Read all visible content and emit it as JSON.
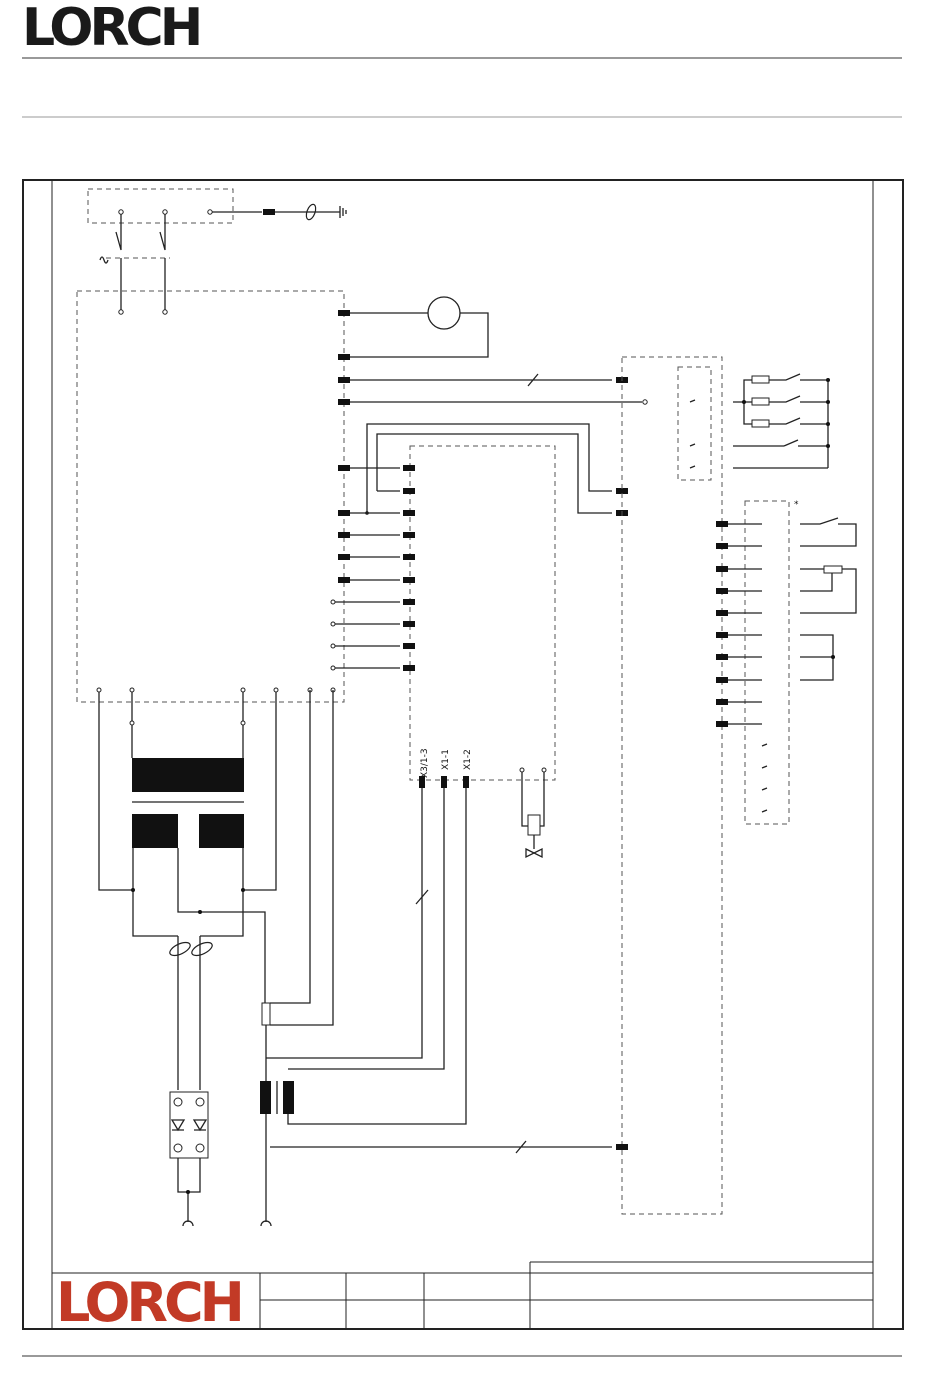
{
  "header": {
    "brand": "LORCH"
  },
  "diagram": {
    "connector_labels": [
      "X3/1-3",
      "X1-1",
      "X1-2"
    ],
    "asterisk": "*"
  },
  "title_block": {
    "logo": "LORCH"
  }
}
